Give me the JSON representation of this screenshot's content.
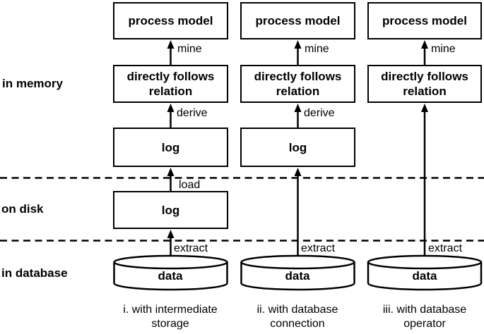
{
  "colors": {
    "stroke": "#000000",
    "background": "#ffffff",
    "text": "#000000"
  },
  "zones": {
    "in_memory": "in memory",
    "on_disk": "on disk",
    "in_database": "in database"
  },
  "columns": [
    {
      "process_model": "process model",
      "mine": "mine",
      "dfr_line1": "directly follows",
      "dfr_line2": "relation",
      "derive": "derive",
      "log_memory": "log",
      "load": "load",
      "log_disk": "log",
      "extract": "extract",
      "data": "data",
      "caption_line1": "i. with intermediate",
      "caption_line2": "storage"
    },
    {
      "process_model": "process model",
      "mine": "mine",
      "dfr_line1": "directly follows",
      "dfr_line2": "relation",
      "derive": "derive",
      "log_memory": "log",
      "extract": "extract",
      "data": "data",
      "caption_line1": "ii. with database",
      "caption_line2": "connection"
    },
    {
      "process_model": "process model",
      "mine": "mine",
      "dfr_line1": "directly follows",
      "dfr_line2": "relation",
      "extract": "extract",
      "data": "data",
      "caption_line1": "iii. with database",
      "caption_line2": "operator"
    }
  ]
}
